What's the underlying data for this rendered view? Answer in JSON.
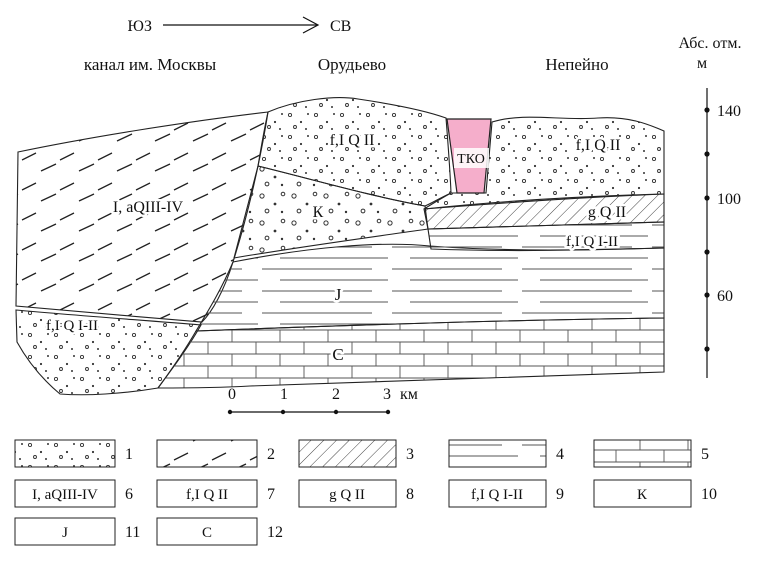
{
  "header": {
    "dir_from": "ЮЗ",
    "dir_to": "СВ",
    "loc_left": "канал им. Москвы",
    "loc_mid": "Орудьево",
    "loc_right": "Непейно"
  },
  "axis": {
    "title": "Абс. отм.",
    "unit": "м",
    "t140": "140",
    "t100": "100",
    "t60": "60"
  },
  "section": {
    "aq": "I, aQIII-IV",
    "fq2_mid": "f,I Q II",
    "fq2_right": "f,I Q II",
    "tko": "ТКО",
    "k": "К",
    "gq2": "g Q II",
    "fq12_band": "f,I Q I-II",
    "fq12_left": "f,I Q I-II",
    "j": "J",
    "c": "С"
  },
  "scalebar": {
    "t0": "0",
    "t1": "1",
    "t2": "2",
    "t3": "3",
    "unit": "км"
  },
  "legend": {
    "items": [
      {
        "num": "1"
      },
      {
        "num": "2"
      },
      {
        "num": "3"
      },
      {
        "num": "4"
      },
      {
        "num": "5"
      },
      {
        "num": "6",
        "label": "I, aQIII-IV"
      },
      {
        "num": "7",
        "label": "f,I Q II"
      },
      {
        "num": "8",
        "label": "g Q II"
      },
      {
        "num": "9",
        "label": "f,I Q I-II"
      },
      {
        "num": "10",
        "label": "К"
      },
      {
        "num": "11",
        "label": "J"
      },
      {
        "num": "12",
        "label": "С"
      }
    ]
  },
  "colors": {
    "tko_fill": "#f5aecb",
    "line": "#1a1a1a"
  }
}
